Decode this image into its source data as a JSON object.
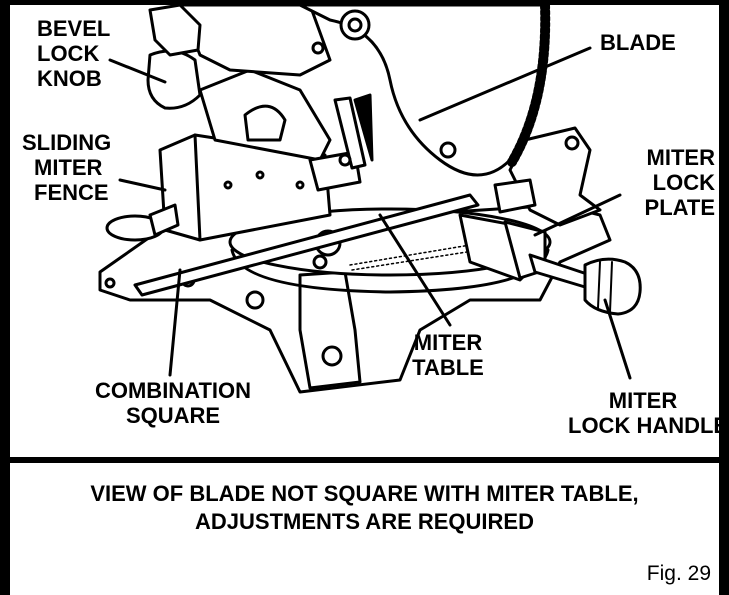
{
  "labels": {
    "bevel_lock_knob": [
      "BEVEL",
      "LOCK",
      "KNOB"
    ],
    "blade": "BLADE",
    "sliding_miter_fence": [
      "SLIDING",
      "MITER",
      "FENCE"
    ],
    "miter_lock_plate": [
      "MITER",
      "LOCK",
      "PLATE"
    ],
    "miter_table": [
      "MITER",
      "TABLE"
    ],
    "combination_square": [
      "COMBINATION",
      "SQUARE"
    ],
    "miter_lock_handle": [
      "MITER",
      "LOCK HANDLE"
    ]
  },
  "caption": [
    "VIEW OF BLADE NOT SQUARE WITH MITER TABLE,",
    "ADJUSTMENTS ARE REQUIRED"
  ],
  "figure_number": "Fig. 29",
  "colors": {
    "ink": "#000000",
    "paper": "#ffffff"
  }
}
